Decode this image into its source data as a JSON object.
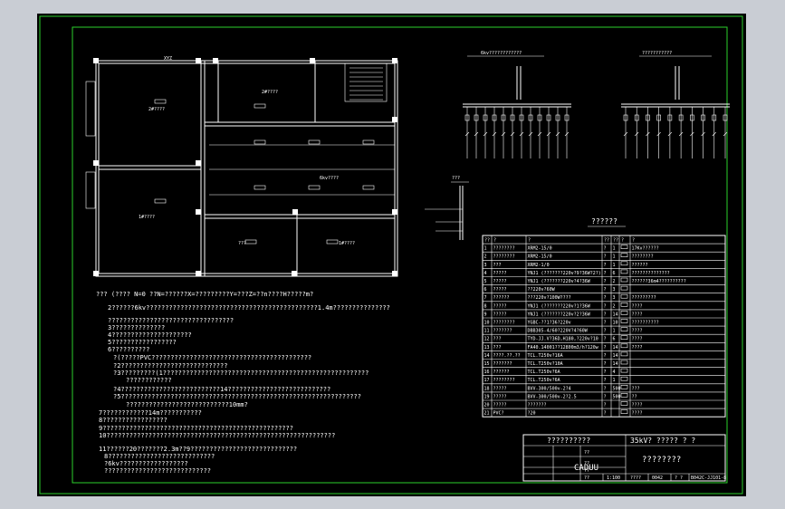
{
  "colors": {
    "background": "#000000",
    "frame": "#2bd12b",
    "lines": "#ffffff",
    "outer": "#c9cdd4"
  },
  "floor_plan": {
    "top_label": "XYZ",
    "rooms": [
      "2#????",
      "2#????",
      "1#????",
      "6kv????",
      "???",
      "1#????"
    ]
  },
  "notes": {
    "lines": [
      "??? (???? N=0 ??N=??????X=?????????Y=???Z=??n????H?????m?",
      "2??????6kv?????????????????????????????????????????????1.4m???????????????",
      "?????????????????????????????????",
      "3??????????????",
      "4?????????????????????",
      "5?????????????????",
      "6??????????",
      "?(?????PVC??????????????????????????????????????????",
      "?2????????????????????????????",
      "?3?????????(1??????????????????????????????????????????????????????",
      "????????????",
      "?4??????????????????????????14???????????????????????????",
      "?5???????????????????????????????????????????????????????????????",
      "???????????????????????????10mm?",
      "7????????????14m???????????",
      "8?????????????????",
      "9??????????????????????????????????????????????????",
      "10????????????????????????????????????????????????????????????",
      "11??????20???????2.3m??9????????????????????????????",
      "8????????????????????????????",
      "?6kv??????????????????",
      "????????????????????????????"
    ]
  },
  "schematic": {
    "left_title": "6kv????????????",
    "right_title": "???????????",
    "side_label": "???"
  },
  "equipment_table": {
    "title": "??????",
    "headers": [
      "??",
      "?",
      "?",
      "??",
      "??",
      "?",
      "?"
    ],
    "rows": [
      [
        "1",
        "????????",
        "XRM2-15/0",
        "?",
        "1",
        "",
        "17Kv??????"
      ],
      [
        "2",
        "????????",
        "XRM2-15/0",
        "?",
        "1",
        "",
        "????????"
      ],
      [
        "3",
        "???",
        "XRM2-1/0",
        "?",
        "1",
        "",
        "??????"
      ],
      [
        "4",
        "?????",
        "YNJ1 (???????220v?9?36W?2?)",
        "?",
        "6",
        "",
        "??????????????"
      ],
      [
        "5",
        "?????",
        "YNJ1 (???????220v?4?36W",
        "?",
        "2",
        "",
        "??????36m4??????????"
      ],
      [
        "6",
        "?????",
        "??220v?60W",
        "?",
        "3",
        "",
        ""
      ],
      [
        "7",
        "??????",
        "???220v?100W????",
        "?",
        "3",
        "",
        "?????????"
      ],
      [
        "8",
        "?????",
        "YNJ1 (???????220v?1?36W",
        "?",
        "2",
        "",
        "????"
      ],
      [
        "9",
        "?????",
        "YNJ1 (???????220v?2?36W",
        "?",
        "14",
        "",
        "????"
      ],
      [
        "10",
        "????????",
        "YGBC-??1?36?220v",
        "?",
        "10",
        "",
        "??????????"
      ],
      [
        "11",
        "???????",
        "DBB305-4/60?220V?4?60W",
        "?",
        "1",
        "",
        "????"
      ],
      [
        "12",
        "???",
        "TYD-JJ.V?36D,H180,?220v?10",
        "?",
        "6",
        "",
        "????"
      ],
      [
        "13",
        "???",
        "FA40.14001??12800m3/h?120w",
        "?",
        "14",
        "",
        "????"
      ],
      [
        "14",
        "????.??.??",
        "TCL.T250v?16A",
        "?",
        "14",
        "",
        ""
      ],
      [
        "15",
        "???????",
        "TCL.T250v?10A",
        "?",
        "14",
        "",
        ""
      ],
      [
        "16",
        "??????",
        "TCL.T250v?6A",
        "?",
        "4",
        "",
        ""
      ],
      [
        "17",
        "????????",
        "TCL.T250v?6A",
        "?",
        "1",
        "",
        ""
      ],
      [
        "18",
        "?????",
        "BVV-300/500v-2?4",
        "?",
        "500",
        "",
        "???"
      ],
      [
        "19",
        "?????",
        "BVV-300/500v-2?2.5",
        "?",
        "500",
        "",
        "??"
      ],
      [
        "20",
        "?????",
        "???????",
        "?",
        "",
        "",
        "????"
      ],
      [
        "21",
        "PVC?",
        "?20",
        "?",
        "",
        "",
        "????"
      ]
    ]
  },
  "title_block": {
    "project": "??????????",
    "subtitle": "35kV?  ????? ? ?",
    "drawing_title": "????????",
    "caduu": "CADUU",
    "r1": "??",
    "r2": "??",
    "r3": "??",
    "r4": "??",
    "scale": "1:100",
    "code_a": "????",
    "code_b": "0042",
    "code_c": "? ?",
    "drawing_no": "B042C-JJ101-8"
  }
}
